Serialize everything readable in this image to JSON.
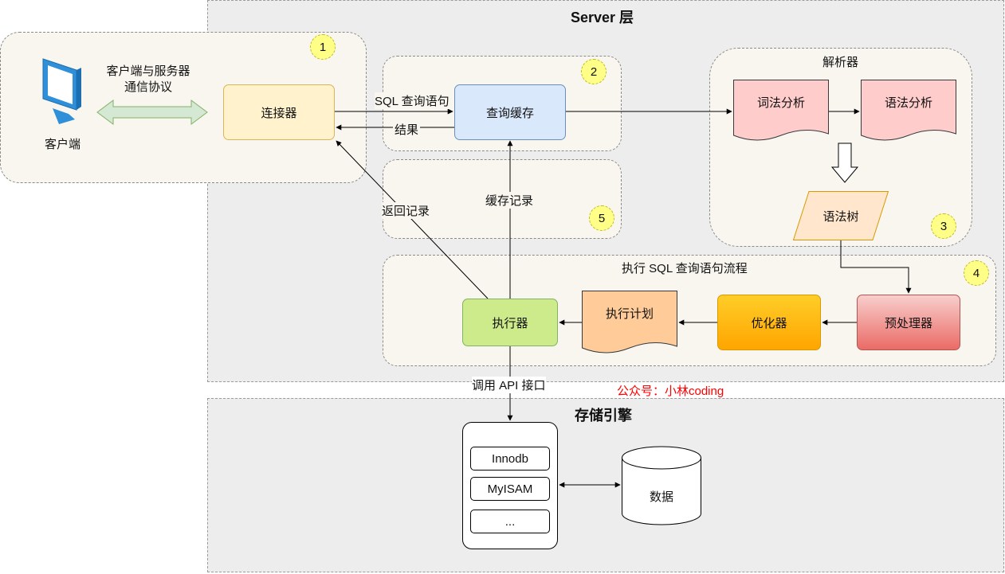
{
  "server": {
    "title": "Server 层"
  },
  "storage": {
    "title": "存储引擎"
  },
  "client": {
    "label": "客户端",
    "protocol": "客户端与服务器\n通信协议"
  },
  "connector": {
    "label": "连接器"
  },
  "query_cache": {
    "label": "查询缓存"
  },
  "parser": {
    "title": "解析器",
    "lexical": "词法分析",
    "syntax": "语法分析",
    "tree": "语法树"
  },
  "exec_flow": {
    "title": "执行 SQL 查询语句流程",
    "executor": "执行器",
    "plan": "执行计划",
    "optimizer": "优化器",
    "preprocessor": "预处理器"
  },
  "edges": {
    "sql_query": "SQL 查询语句",
    "result": "结果",
    "return_record": "返回记录",
    "cache_record": "缓存记录",
    "call_api": "调用 API 接口"
  },
  "badges": [
    "1",
    "2",
    "3",
    "4",
    "5"
  ],
  "engines": [
    "Innodb",
    "MyISAM",
    "..."
  ],
  "data_store": "数据",
  "watermark": "公众号：小林coding",
  "colors": {
    "watermark": "#ff0000",
    "connector_fill": "#fff2cc",
    "cache_fill": "#dae8fc",
    "lexical_fill": "#ffcccc",
    "tree_fill": "#ffe6cc",
    "executor_fill": "#cdeb8b",
    "plan_fill": "#ffcc99",
    "optimizer_fill": "#ffb000",
    "preprocessor_fill": "#ea6b66"
  }
}
